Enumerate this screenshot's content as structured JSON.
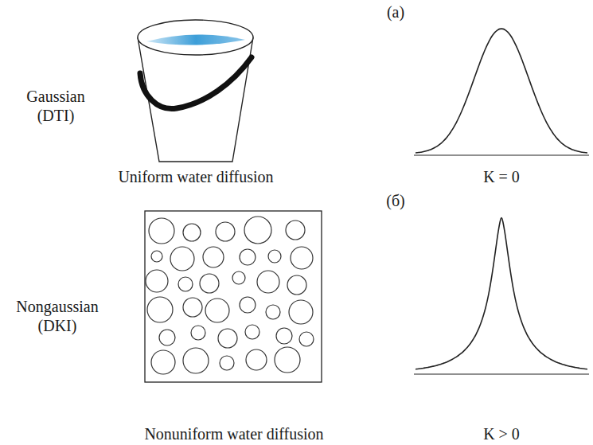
{
  "diagram": {
    "labels": [
      "(a)",
      "Gaussian (DTI)",
      "Uniform water diffusion",
      "K = 0",
      "(б)",
      "Nongaussian (DKI)",
      "Nonuniform water diffusion",
      "K > 0"
    ]
  }
}
